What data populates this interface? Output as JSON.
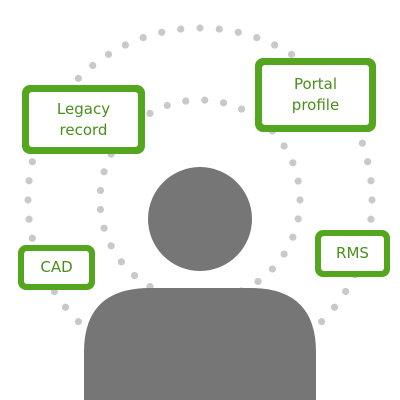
{
  "colors": {
    "accent_green": "#55a61f",
    "dot_gray": "#c9c9c9",
    "person_gray": "#767676",
    "text_green": "#4a8e1c"
  },
  "person": {
    "icon": "person-silhouette-icon"
  },
  "cards": {
    "legacy_record": {
      "line1": "Legacy",
      "line2": "record"
    },
    "portal_profile": {
      "line1": "Portal",
      "line2": "profile"
    },
    "cad": {
      "label": "CAD"
    },
    "rms": {
      "label": "RMS"
    }
  }
}
